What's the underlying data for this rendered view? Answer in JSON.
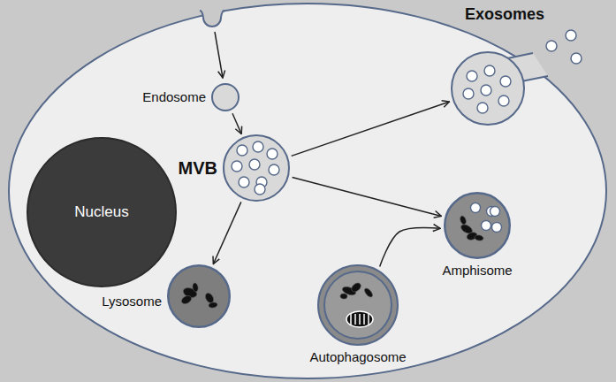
{
  "diagram": {
    "nodes": [
      {
        "text": [
          "Exosomes"
        ]
      },
      {
        "text": [
          "Endosome"
        ]
      },
      {
        "text": [
          "Nucleus"
        ]
      },
      {
        "text": [
          "MVB"
        ]
      },
      {
        "text": [
          "Amphisome"
        ]
      },
      {
        "text": [
          "Lysosome"
        ]
      },
      {
        "text": [
          "Autophagosome"
        ]
      }
    ],
    "edges": [
      {
        "from": 1,
        "to": 3,
        "arrow": "to"
      },
      {
        "from": 3,
        "to": 0,
        "arrow": "to"
      },
      {
        "from": 3,
        "to": 4,
        "arrow": "to"
      },
      {
        "from": 3,
        "to": 5,
        "arrow": "to"
      },
      {
        "from": 6,
        "to": 4,
        "arrow": "to"
      }
    ]
  }
}
